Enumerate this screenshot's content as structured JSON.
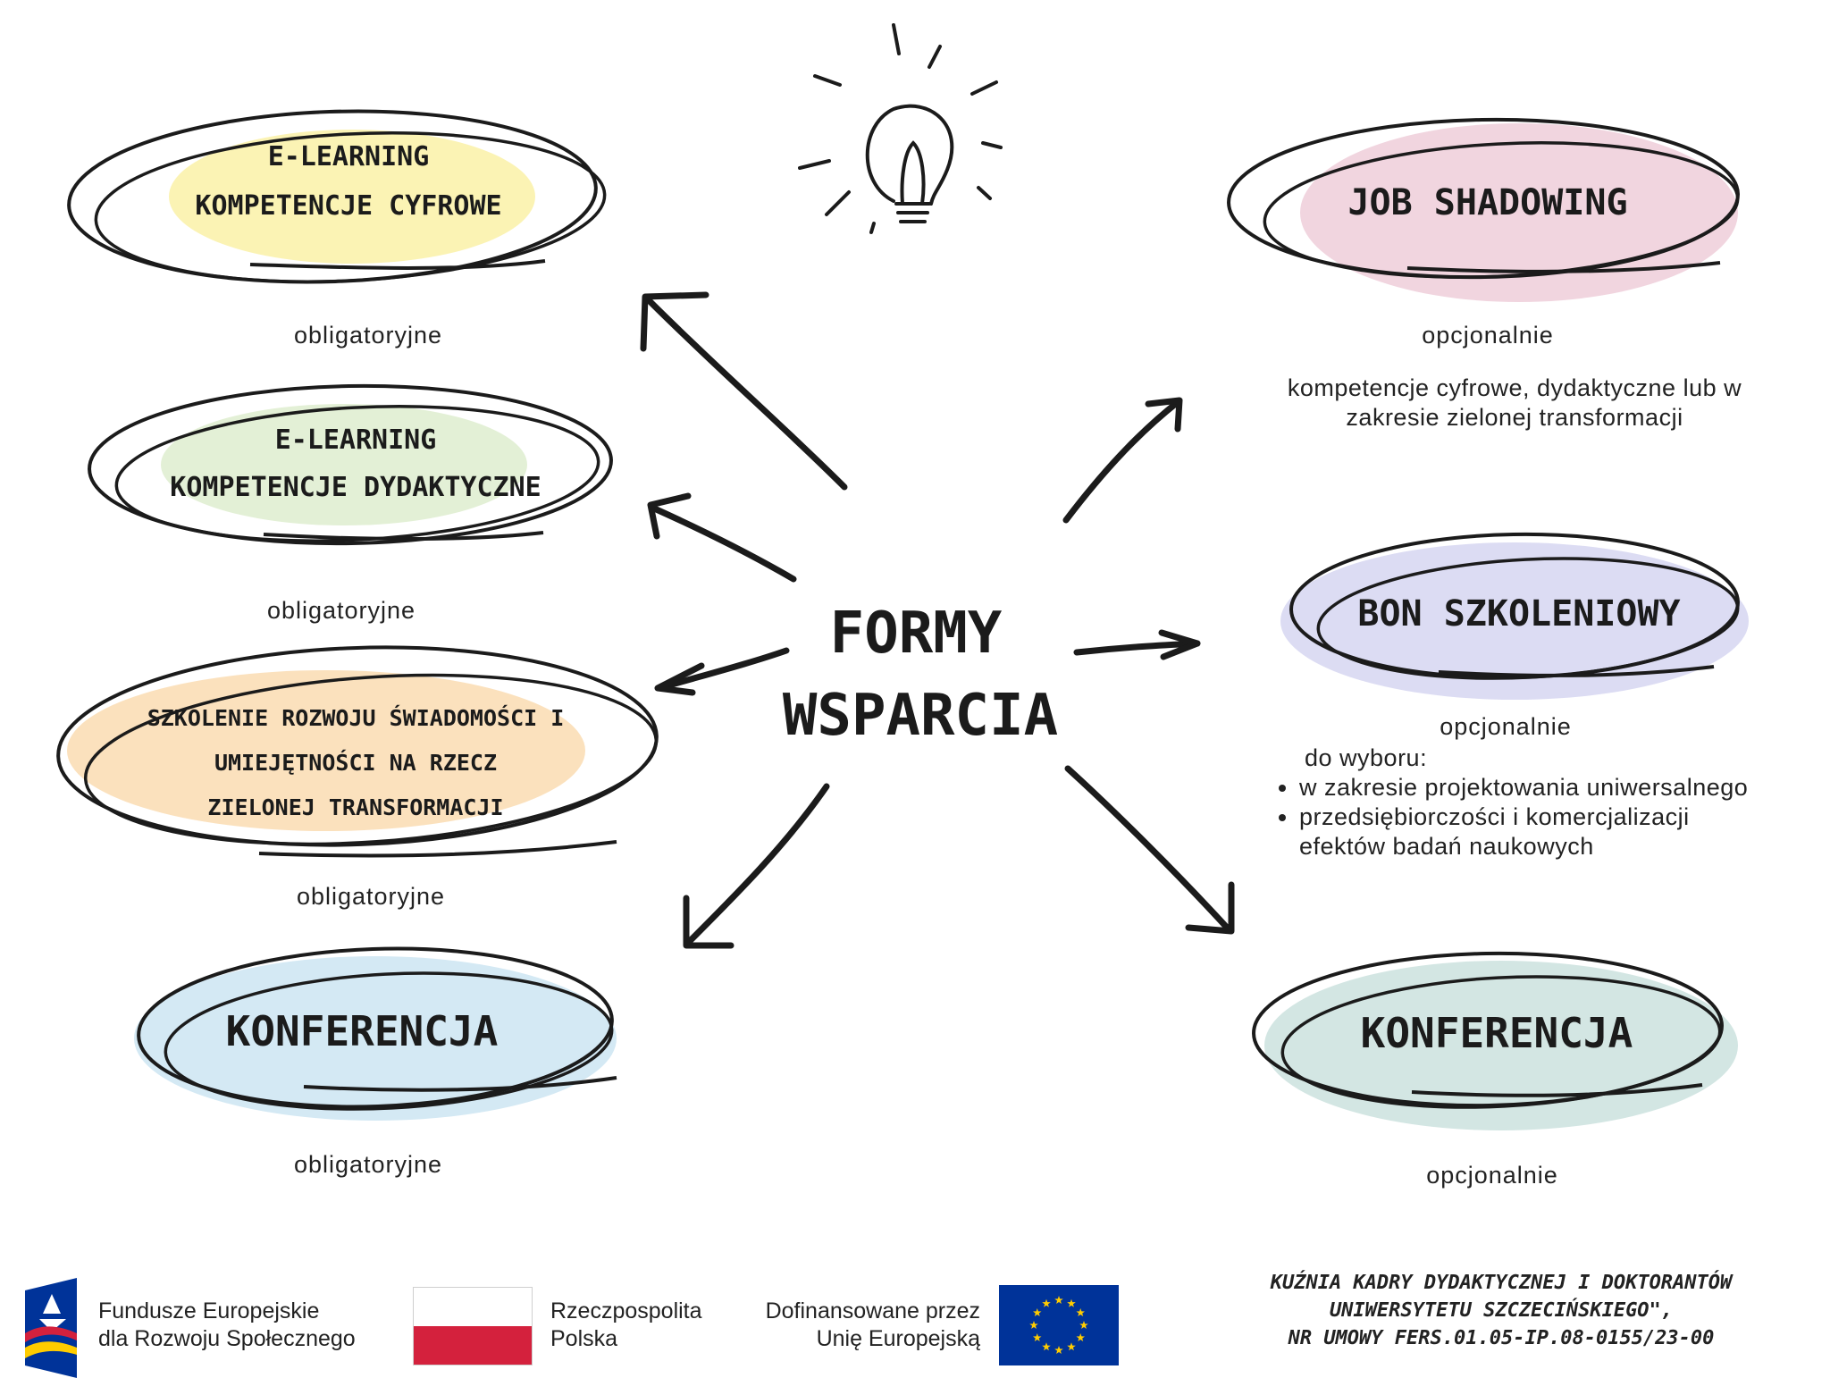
{
  "center": {
    "line1": "FORMY",
    "line2": "WSPARCIA"
  },
  "nodes": [
    {
      "id": "elearning-digital",
      "lines": [
        "E-LEARNING",
        "KOMPETENCJE CYFROWE"
      ],
      "color": "#fbf3b4",
      "status": "obligatoryjne"
    },
    {
      "id": "elearning-didactic",
      "lines": [
        "E-LEARNING",
        "KOMPETENCJE DYDAKTYCZNE"
      ],
      "color": "#e3f0d6",
      "status": "obligatoryjne"
    },
    {
      "id": "green-training",
      "lines": [
        "SZKOLENIE ROZWOJU ŚWIADOMOŚCI I",
        "UMIEJĘTNOŚCI NA RZECZ",
        "ZIELONEJ TRANSFORMACJI"
      ],
      "color": "#fbe1bd",
      "status": "obligatoryjne"
    },
    {
      "id": "conference-left",
      "lines": [
        "KONFERENCJA"
      ],
      "color": "#d4e9f4",
      "status": "obligatoryjne"
    },
    {
      "id": "job-shadowing",
      "lines": [
        "JOB SHADOWING"
      ],
      "color": "#f1d5df",
      "status": "opcjonalnie"
    },
    {
      "id": "training-voucher",
      "lines": [
        "BON SZKOLENIOWY"
      ],
      "color": "#dcdcf3",
      "status": "opcjonalnie"
    },
    {
      "id": "conference-right",
      "lines": [
        "KONFERENCJA"
      ],
      "color": "#d3e6e3",
      "status": "opcjonalnie"
    }
  ],
  "job_shadowing_desc": "kompetencje cyfrowe, dydaktyczne lub w zakresie zielonej transformacji",
  "voucher_desc": {
    "intro": "do wyboru:",
    "items": [
      "w zakresie projektowania uniwersalnego",
      "przedsiębiorczości i komercjalizacji efektów badań naukowych"
    ]
  },
  "footer": {
    "logo_fe": {
      "line1": "Fundusze Europejskie",
      "line2": "dla Rozwoju Społecznego"
    },
    "logo_rp": {
      "line1": "Rzeczpospolita",
      "line2": "Polska"
    },
    "logo_eu": {
      "line1": "Dofinansowane przez",
      "line2": "Unię Europejską"
    },
    "project": {
      "line1": "KUŹNIA KADRY DYDAKTYCZNEJ I DOKTORANTÓW",
      "line2": "UNIWERSYTETU SZCZECIŃSKIEGO\",",
      "line3": "NR UMOWY FERS.01.05-IP.08-0155/23-00"
    }
  },
  "colors": {
    "ink": "#1b1b1b",
    "flag_red": "#d4213d",
    "eu_blue": "#003399",
    "eu_star": "#ffcc00"
  }
}
